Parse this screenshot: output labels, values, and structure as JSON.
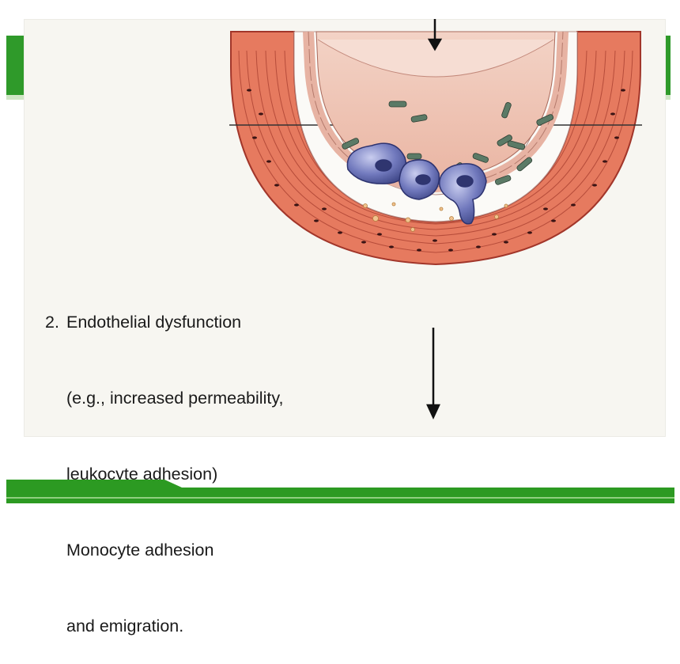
{
  "caption": {
    "number": "2.",
    "lines": [
      "Endothelial dysfunction",
      "(e.g., increased permeability,",
      "leukocyte adhesion)",
      "Monocyte adhesion",
      "and emigration."
    ]
  },
  "colors": {
    "green_band": "#2f9a2a",
    "footer_green": "#2c9a22",
    "vessel_wall": "#e4745a",
    "lumen": "#f0c5b6",
    "monocyte": "#6c74b8",
    "platelet": "#55725f"
  }
}
